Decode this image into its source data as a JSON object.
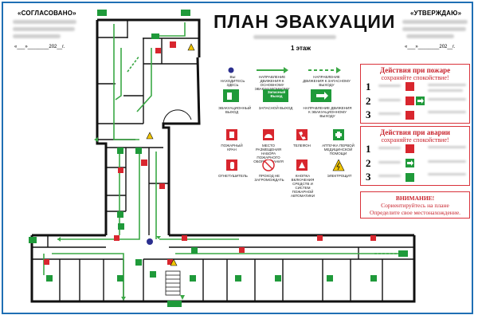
{
  "stamps": {
    "left_title": "«СОГЛАСОВАНО»",
    "right_title": "«УТВЕРЖДАЮ»",
    "left_date": "«___»________202__г.",
    "right_date": "«___»________202__г."
  },
  "header": {
    "title": "ПЛАН ЭВАКУАЦИИ",
    "floor": "1 этаж"
  },
  "legend": {
    "items": [
      {
        "icon": "you-are-here-dot",
        "label": "ВЫ НАХОДИТЕСЬ ЗДЕСЬ"
      },
      {
        "icon": "main-route-arrow",
        "label": "НАПРАВЛЕНИЕ ДВИЖЕНИЯ К ОСНОВНОМУ ЭВАКУАЦИОННОМУ ВЫХОДУ"
      },
      {
        "icon": "spare-route-arrow",
        "label": "НАПРАВЛЕНИЕ ДВИЖЕНИЯ К ЗАПАСНОМУ ВЫХОДУ"
      },
      {
        "icon": "evacuation-exit-sign",
        "label": "ЭВАКУАЦИОННЫЙ ВЫХОД"
      },
      {
        "icon": "spare-exit-sign",
        "label": "ЗАПАСНОЙ ВЫХОД",
        "sign_text": "Запасный Выход"
      },
      {
        "icon": "exit-direction-sign",
        "label": "НАПРАВЛЕНИЕ ДВИЖЕНИЯ К ЭВАКУАЦИОННОМУ ВЫХОДУ"
      },
      {
        "icon": "fire-hydrant-sign",
        "label": "ПОЖАРНЫЙ КРАН"
      },
      {
        "icon": "fire-equipment-sign",
        "label": "МЕСТО РАЗМЕЩЕНИЯ НАБОРА ПОЖАРНОГО ОБОРУДОВАНИЯ"
      },
      {
        "icon": "phone-sign",
        "label": "ТЕЛЕФОН"
      },
      {
        "icon": "first-aid-sign",
        "label": "АПТЕЧКА ПЕРВОЙ МЕДИЦИНСКОЙ ПОМОЩИ"
      },
      {
        "icon": "extinguisher-sign",
        "label": "ОГНЕТУШИТЕЛЬ"
      },
      {
        "icon": "no-blocking-sign",
        "label": "ПРОХОД НЕ ЗАГРОМОЖДАТЬ"
      },
      {
        "icon": "alarm-button-sign",
        "label": "КНОПКА ВКЛЮЧЕНИЯ СРЕДСТВ И СИСТЕМ ПОЖАРНОЙ АВТОМАТИКИ"
      },
      {
        "icon": "electric-hazard-sign",
        "label": "ЭЛЕКТРОЩИТ"
      }
    ]
  },
  "fire_panel": {
    "title": "Действия при пожаре",
    "subtitle": "сохраняйте спокойствие!",
    "steps": [
      {
        "num": "1",
        "icon": "phone-sign"
      },
      {
        "num": "2",
        "icon": "evacuation-exit-sign"
      },
      {
        "num": "3",
        "icon": "extinguisher-sign"
      }
    ]
  },
  "accident_panel": {
    "title": "Действия при аварии",
    "subtitle": "сохраняйте спокойствие!",
    "steps": [
      {
        "num": "1",
        "icon": "phone-sign"
      },
      {
        "num": "2",
        "icon": "evacuation-exit-sign"
      },
      {
        "num": "3",
        "icon": "evacuation-exit-sign"
      }
    ]
  },
  "notice": {
    "title": "ВНИМАНИЕ!",
    "line1": "Сориентируйтесь на плане",
    "line2": "Определите свое местонахождение."
  },
  "colors": {
    "frame": "#1f6fb4",
    "route": "#3aa845",
    "exit_green": "#1f9a3a",
    "fire_red": "#d8262e",
    "wall": "#111111",
    "you_are_here": "#2b2f8f",
    "warning_yellow": "#f2c500"
  }
}
